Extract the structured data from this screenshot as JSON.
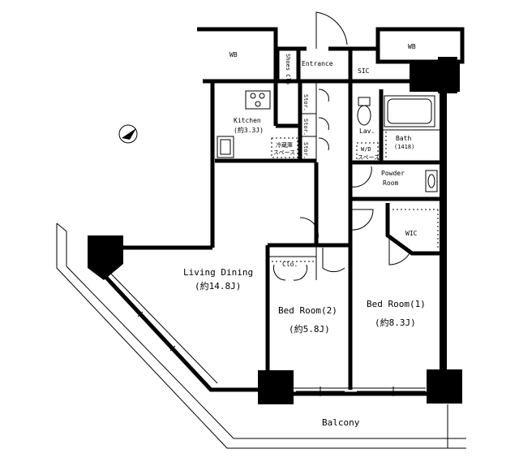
{
  "labels": {
    "wb_left": "WB",
    "wb_right": "WB",
    "shoes_closet": "Shoes Clo",
    "entrance": "Entrance",
    "sic": "SIC",
    "storage_1": "Stor.",
    "storage_2": "Stor.",
    "storage_3": "Stor.",
    "kitchen": "Kitchen",
    "kitchen_size": "(約3.3J)",
    "fridge_space": "冷蔵庫",
    "fridge_space_2": "スペース",
    "lav": "Lav.",
    "bath": "Bath",
    "bath_size": "(1418)",
    "wd_space": "W/D",
    "wd_space_2": "スペース",
    "powder_room": "Powder",
    "powder_room_2": "Room",
    "wic": "WIC",
    "living_dining": "Living Dining",
    "living_dining_size": "(約14.8J)",
    "closet": "Clo.",
    "bedroom2": "Bed Room(2)",
    "bedroom2_size": "(約5.8J)",
    "bedroom1": "Bed Room(1)",
    "bedroom1_size": "(約8.3J)",
    "balcony": "Balcony"
  },
  "icons": {
    "north_arrow": "north-arrow-icon",
    "stove": "stove-icon",
    "sink": "sink-icon",
    "toilet": "toilet-icon",
    "bathtub": "bathtub-icon"
  }
}
